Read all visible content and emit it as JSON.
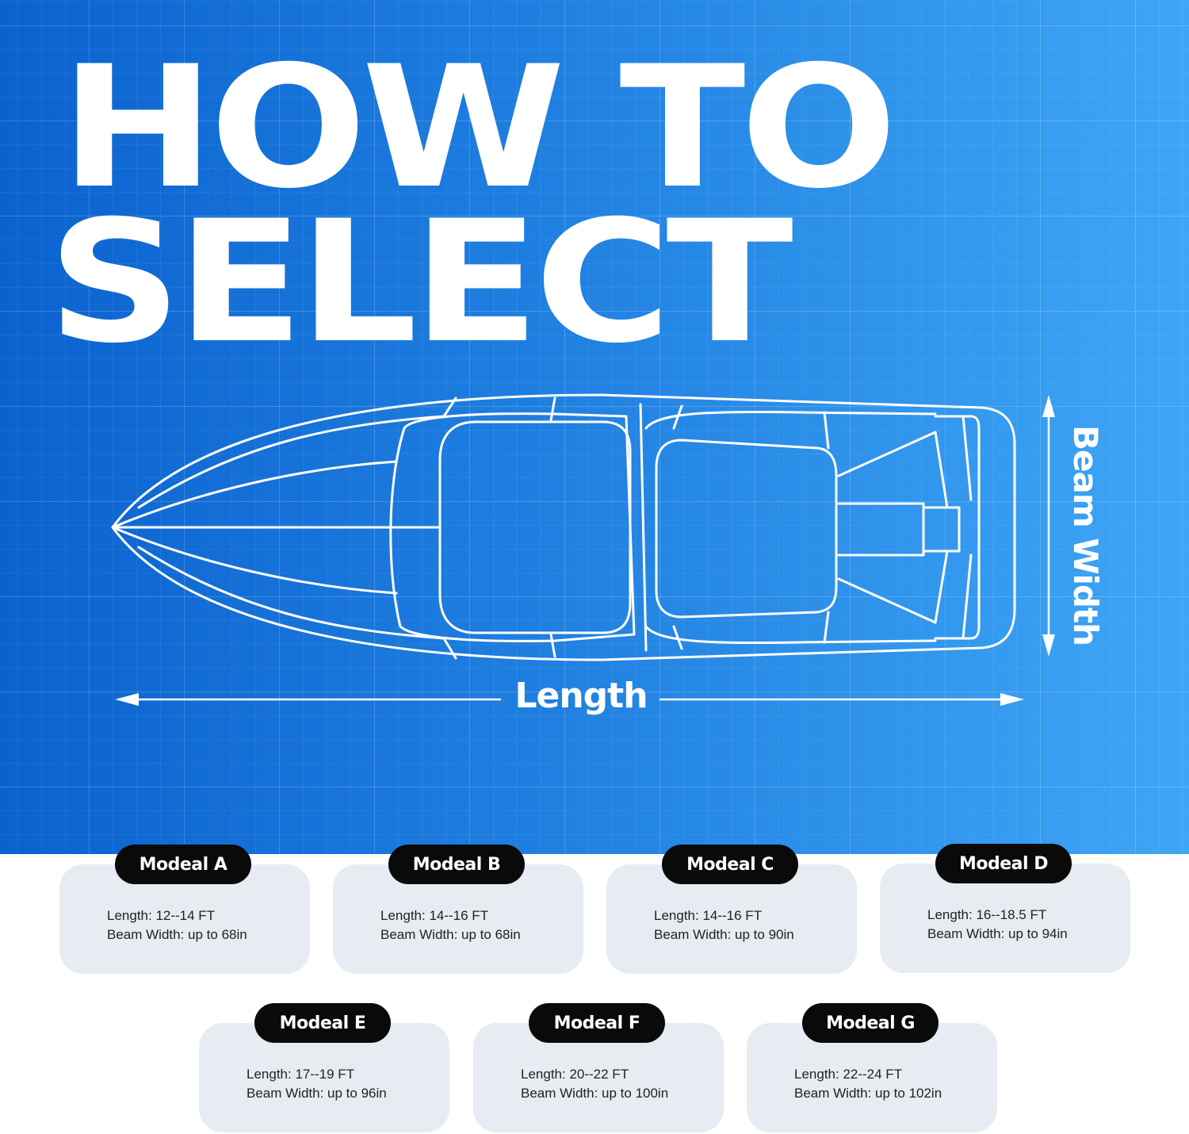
{
  "hero": {
    "title_line1": "HOW TO",
    "title_line2": "SELECT",
    "length_label": "Length",
    "beam_label": "Beam Width"
  },
  "models": [
    {
      "name": "Modeal A",
      "length": "Length: 12--14 FT",
      "beam": "Beam Width: up to 68in"
    },
    {
      "name": "Modeal B",
      "length": "Length: 14--16 FT",
      "beam": "Beam Width: up to 68in"
    },
    {
      "name": "Modeal C",
      "length": "Length: 14--16 FT",
      "beam": "Beam Width: up to 90in"
    },
    {
      "name": "Modeal D",
      "length": "Length: 16--18.5 FT",
      "beam": "Beam Width: up to 94in"
    },
    {
      "name": "Modeal E",
      "length": "Length: 17--19 FT",
      "beam": "Beam Width: up to 96in"
    },
    {
      "name": "Modeal F",
      "length": "Length: 20--22 FT",
      "beam": "Beam Width: up to 100in"
    },
    {
      "name": "Modeal G",
      "length": "Length: 22--24 FT",
      "beam": "Beam Width: up to 102in"
    }
  ],
  "colors": {
    "gradient_start": "#0b62cf",
    "gradient_end": "#3ea6f6",
    "card_background": "#e7ebf2",
    "badge_background": "#0a0a0a"
  }
}
